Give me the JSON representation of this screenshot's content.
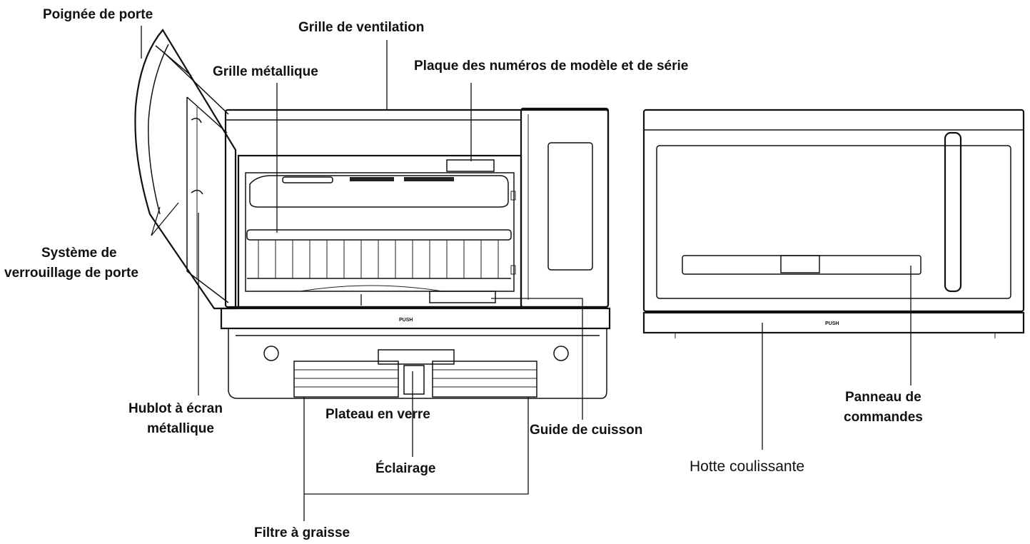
{
  "labels": {
    "door_handle": "Poignée de porte",
    "vent_grille": "Grille de ventilation",
    "metal_rack": "Grille métallique",
    "model_plate": "Plaque des numéros de modèle et de série",
    "door_lock_line1": "Système de",
    "door_lock_line2": "verrouillage de porte",
    "window_line1": "Hublot à écran",
    "window_line2": "métallique",
    "glass_tray": "Plateau en verre",
    "cooking_guide": "Guide de cuisson",
    "lighting": "Éclairage",
    "grease_filter": "Filtre à graisse",
    "control_panel_line1": "Panneau de",
    "control_panel_line2": "commandes",
    "sliding_hood": "Hotte coulissante"
  },
  "marks": {
    "push_left": "PUSH",
    "push_right": "PUSH"
  }
}
